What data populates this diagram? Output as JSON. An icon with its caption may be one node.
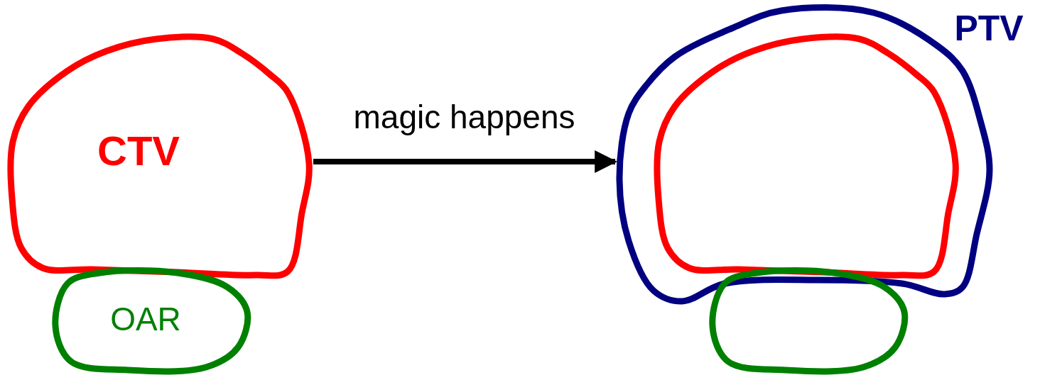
{
  "diagram": {
    "nodes": [
      {
        "text": [
          "CTV"
        ]
      },
      {
        "text": [
          "OAR"
        ]
      },
      {
        "text": [
          "PTV"
        ]
      },
      {
        "text": [],
        "shape": "contour",
        "in": 2
      },
      {
        "text": [],
        "shape": "contour"
      }
    ],
    "edges": [
      {
        "from": 0,
        "to": 2,
        "arrow": "to",
        "label": "magic happens"
      }
    ]
  }
}
